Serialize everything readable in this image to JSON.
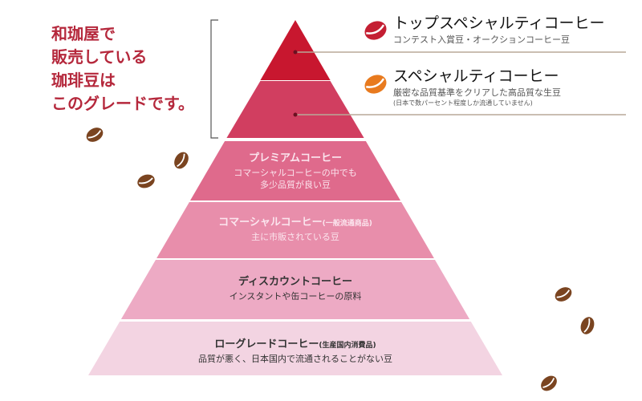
{
  "left_caption": [
    "和珈屋で",
    "販売している",
    "珈琲豆は",
    "このグレードです。"
  ],
  "callouts": [
    {
      "title": "トップスペシャルティコーヒー",
      "subtitle": "コンテスト入賞豆・オークションコーヒー豆",
      "bean_color": "#c41f33"
    },
    {
      "title": "スペシャルティコーヒー",
      "subtitle": "厳密な品質基準をクリアした高品質な生豆",
      "note": "(日本で数パーセント程度しか流通していません)",
      "bean_color": "#e87a1e"
    }
  ],
  "levels": [
    {
      "title": "プレミアムコーヒー",
      "lines": [
        "コマーシャルコーヒーの中でも",
        "多少品質が良い豆"
      ]
    },
    {
      "title": "コマーシャルコーヒー",
      "title_note": "(一般流通商品)",
      "lines": [
        "主に市販されている豆"
      ]
    },
    {
      "title": "ディスカウントコーヒー",
      "lines": [
        "インスタントや缶コーヒーの原料"
      ]
    },
    {
      "title": "ローグレードコーヒー",
      "title_note": "(生産国内消費品)",
      "lines": [
        "品質が悪く、日本国内で流通されることがない豆"
      ]
    }
  ],
  "colors": {
    "top": "#c8172f",
    "specialty": "#d13e60",
    "premium": "#df6a8c",
    "commercial": "#e88eab",
    "discount": "#edaac4",
    "lowgrade": "#f3d4e2",
    "caption": "#b5283c",
    "bean": "#7a4420"
  }
}
